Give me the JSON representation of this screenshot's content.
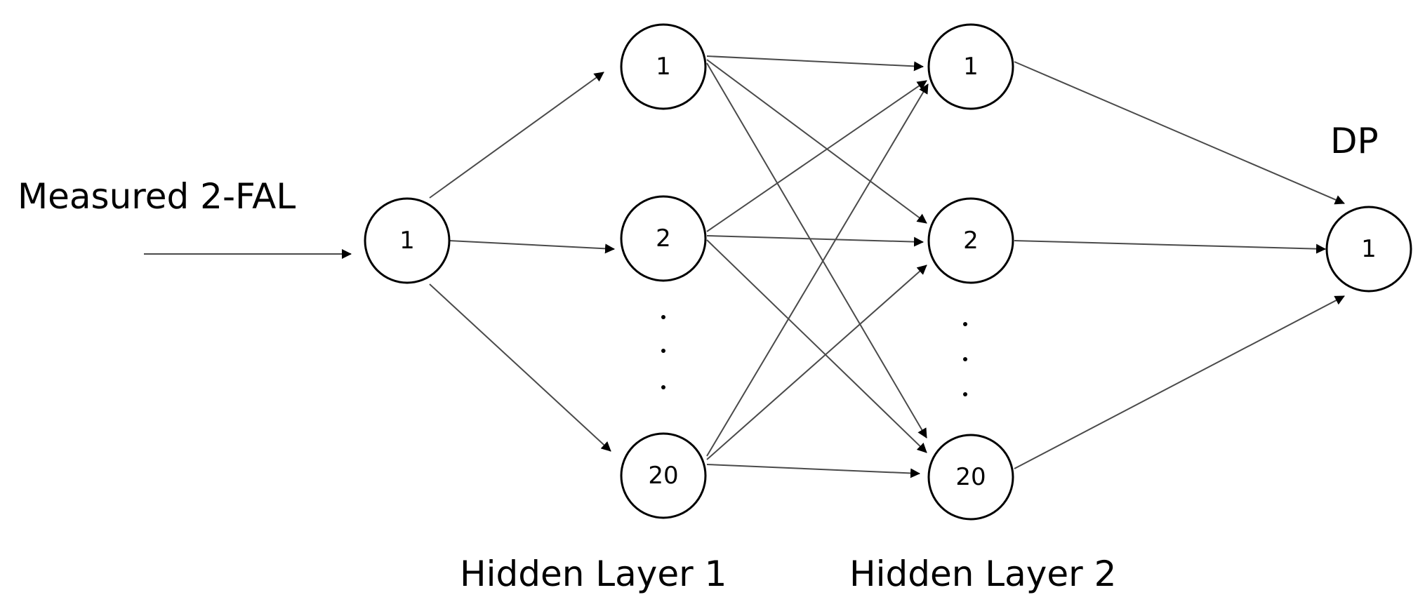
{
  "diagram": {
    "input_label": "Measured 2-FAL",
    "output_label": "DP",
    "hidden_layer_1_label": "Hidden Layer 1",
    "hidden_layer_2_label": "Hidden Layer 2",
    "input_node": "1",
    "hidden_layer_1_nodes": [
      "1",
      "2",
      "20"
    ],
    "hidden_layer_2_nodes": [
      "1",
      "2",
      "20"
    ],
    "output_node": "1"
  }
}
